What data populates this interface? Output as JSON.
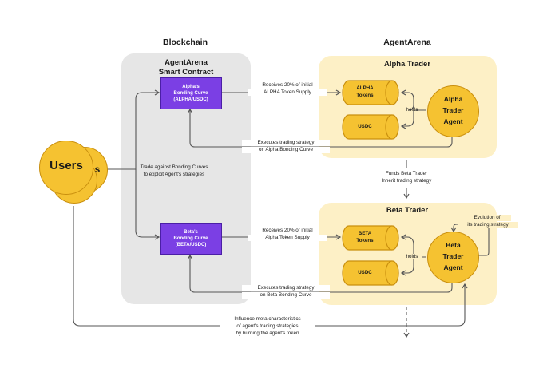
{
  "headers": {
    "blockchain": "Blockchain",
    "agentarena": "AgentArena"
  },
  "smart_contract": {
    "title_line1": "AgentArena",
    "title_line2": "Smart Contract"
  },
  "alpha_curve": {
    "line1": "Alpha's",
    "line2": "Bonding Curve",
    "line3": "(ALPHA/USDC)"
  },
  "beta_curve": {
    "line1": "Beta's",
    "line2": "Bonding Curve",
    "line3": "(BETA/USDC)"
  },
  "users": {
    "label": "Users",
    "partial": "s"
  },
  "user_trade_caption": {
    "line1": "Trade against Bonding Curves",
    "line2": "to exploit Agent's strategies"
  },
  "alpha_trader": {
    "title": "Alpha Trader",
    "token_line1": "ALPHA",
    "token_line2": "Tokens",
    "usdc": "USDC",
    "holds": "holds",
    "agent_line1": "Alpha",
    "agent_line2": "Trader",
    "agent_line3": "Agent",
    "receives_line1": "Receives 20% of initial",
    "receives_line2": "ALPHA Token Supply",
    "executes_line1": "Executes trading strategy",
    "executes_line2": "on Alpha Bonding Curve"
  },
  "funds": {
    "line1": "Funds Beta Trader",
    "line2": "Inherit trading strategy"
  },
  "beta_trader": {
    "title": "Beta Trader",
    "token_line1": "BETA",
    "token_line2": "Tokens",
    "usdc": "USDC",
    "holds": "holds",
    "agent_line1": "Beta",
    "agent_line2": "Trader",
    "agent_line3": "Agent",
    "evolution_line1": "Evolution of",
    "evolution_line2": "its trading strategy",
    "receives_line1": "Receives 20% of initial",
    "receives_line2": "Alpha Token Supply",
    "executes_line1": "Executes trading strategy",
    "executes_line2": "on Beta Bonding Curve"
  },
  "influence": {
    "line1": "Influence meta characteristics",
    "line2": "of agent's trading strategies",
    "line3": "by burning the agent's token"
  },
  "colors": {
    "panel_gray": "#e6e6e6",
    "panel_yellow": "#fdf0c6",
    "purple": "#7b3fe4",
    "gold": "#f5c231",
    "gold_border": "#c98f0e",
    "line": "#555555"
  }
}
